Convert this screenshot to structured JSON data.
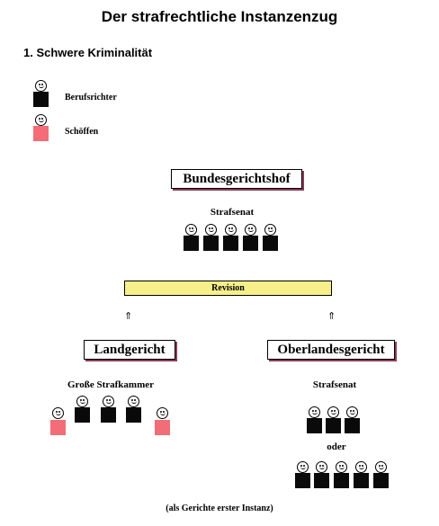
{
  "title": "Der strafrechtliche Instanzenzug",
  "subtitle": "1. Schwere Kriminalität",
  "legend": [
    {
      "label": "Berufsrichter",
      "color": "#0a0a0a"
    },
    {
      "label": "Schöffen",
      "color": "#f26d77"
    }
  ],
  "courts": {
    "bgh": {
      "name": "Bundesgerichtshof",
      "panel": "Strafsenat"
    },
    "lg": {
      "name": "Landgericht",
      "panel": "Große Strafkammer"
    },
    "olg": {
      "name": "Oberlandesgericht",
      "panel": "Strafsenat",
      "or_label": "oder"
    }
  },
  "revision": "Revision",
  "arrow": "⇑",
  "footer": "(als Gerichte erster Instanz)"
}
